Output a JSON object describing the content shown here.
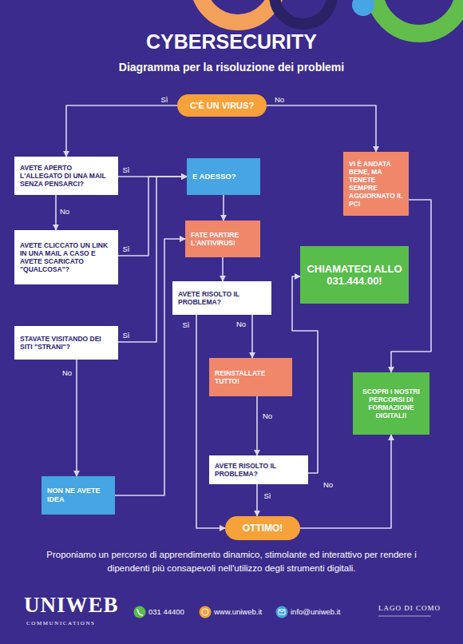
{
  "diagram": {
    "title": "CYBERSECURITY",
    "caption": "Proponiamo un percorso di apprendimento dinamico, stimolante ed interattivo per rendere i dipendenti più consapevoli nell'utilizzo degli strumenti digitali.",
    "nodes": [
      {
        "text": [
          "C'È UN VIRUS?"
        ]
      },
      {
        "text": [
          "AVETE APERTO L'ALLEGATO DI UNA MAIL SENZA PENSARCI?"
        ]
      },
      {
        "text": [
          "E ADESSO?"
        ]
      },
      {
        "text": [
          "VI È ANDATA BENE, MA TENETE SEMPRE AGGIORNATO IL PC!"
        ]
      },
      {
        "text": [
          "AVETE CLICCATO UN LINK IN UNA MAIL A CASO E AVETE SCARICATO \"QUALCOSA\"?"
        ]
      },
      {
        "text": [
          "FATE PARTIRE L'ANTIVIRUS!"
        ]
      },
      {
        "text": [
          "CHIAMATECI ALLO 031.444.00!"
        ]
      },
      {
        "text": [
          "AVETE RISOLTO IL PROBLEMA?"
        ]
      },
      {
        "text": [
          "STAVATE VISITANDO DEI SITI \"STRANI\"?"
        ]
      },
      {
        "text": [
          "REINSTALLATE TUTTO!"
        ]
      },
      {
        "text": [
          "SCOPRI I NOSTRI PERCORSI DI FORMAZIONE DIGITALI!"
        ]
      },
      {
        "text": [
          "AVETE RISOLTO IL PROBLEMA?"
        ]
      },
      {
        "text": [
          "NON NE AVETE IDEA"
        ]
      },
      {
        "text": [
          "OTTIMO!"
        ]
      }
    ],
    "edges": [
      {
        "from": 0,
        "to": 1,
        "arrow": "to",
        "label": "Sì"
      },
      {
        "from": 0,
        "to": 3,
        "arrow": "to",
        "label": "No"
      },
      {
        "from": 1,
        "to": 2,
        "arrow": "to",
        "label": "Sì"
      },
      {
        "from": 1,
        "to": 4,
        "arrow": "to",
        "label": "No"
      },
      {
        "from": 4,
        "to": 2,
        "arrow": "to",
        "label": "Sì"
      },
      {
        "from": 8,
        "to": 2,
        "arrow": "to",
        "label": "Sì"
      },
      {
        "from": 8,
        "to": 12,
        "arrow": "to",
        "label": "No"
      },
      {
        "from": 12,
        "to": 5,
        "arrow": "to"
      },
      {
        "from": 2,
        "to": 5,
        "arrow": "to"
      },
      {
        "from": 5,
        "to": 7,
        "arrow": "to"
      },
      {
        "from": 7,
        "to": 13,
        "arrow": "to",
        "label": "Sì"
      },
      {
        "from": 7,
        "to": 9,
        "arrow": "to",
        "label": "No"
      },
      {
        "from": 9,
        "to": 11,
        "arrow": "to",
        "label": "No"
      },
      {
        "from": 11,
        "to": 13,
        "arrow": "to",
        "label": "Sì"
      },
      {
        "from": 11,
        "to": 6,
        "arrow": "to",
        "label": "No"
      },
      {
        "from": 3,
        "to": 10,
        "arrow": "to"
      },
      {
        "from": 13,
        "to": 10,
        "arrow": "to"
      }
    ],
    "labels": [
      "Diagramma per la risoluzione dei problemi",
      "UNIWEB",
      "COMMUNICATIONS",
      "031 44400",
      "www.uniweb.it",
      "info@uniweb.it",
      "LAGO DI COMO"
    ]
  }
}
